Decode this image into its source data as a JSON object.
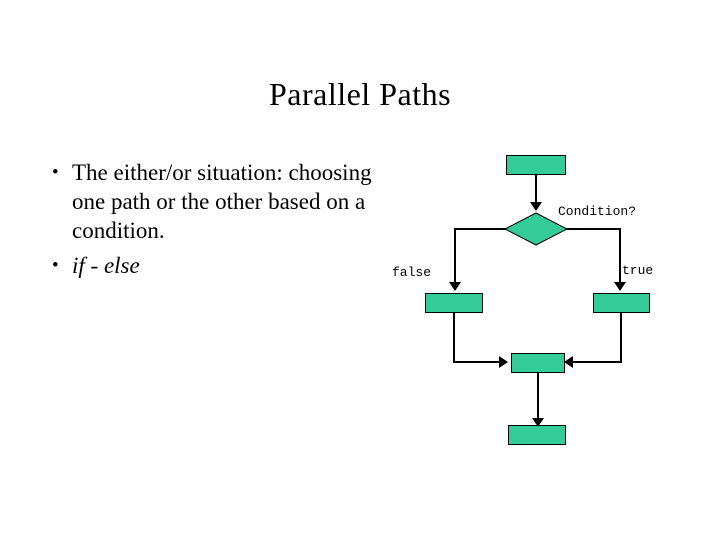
{
  "slide": {
    "title": "Parallel Paths",
    "bullets": [
      {
        "marker": "•",
        "text": "The either/or situation: choosing one path or the other based on a condition.",
        "italic": false
      },
      {
        "marker": "•",
        "text": "if - else",
        "italic": true
      }
    ]
  },
  "flowchart": {
    "colors": {
      "node_fill": "#33cc99",
      "node_stroke": "#000000",
      "background": "#ffffff",
      "text": "#000000"
    },
    "nodes": [
      {
        "id": "start",
        "shape": "process",
        "label": ""
      },
      {
        "id": "condition",
        "shape": "decision",
        "label": "Condition?"
      },
      {
        "id": "false-branch",
        "shape": "process",
        "label": ""
      },
      {
        "id": "true-branch",
        "shape": "process",
        "label": ""
      },
      {
        "id": "merge",
        "shape": "process",
        "label": ""
      },
      {
        "id": "end",
        "shape": "process",
        "label": ""
      }
    ],
    "edge_labels": {
      "false": "false",
      "true": "true"
    },
    "decision_label": "Condition?"
  }
}
